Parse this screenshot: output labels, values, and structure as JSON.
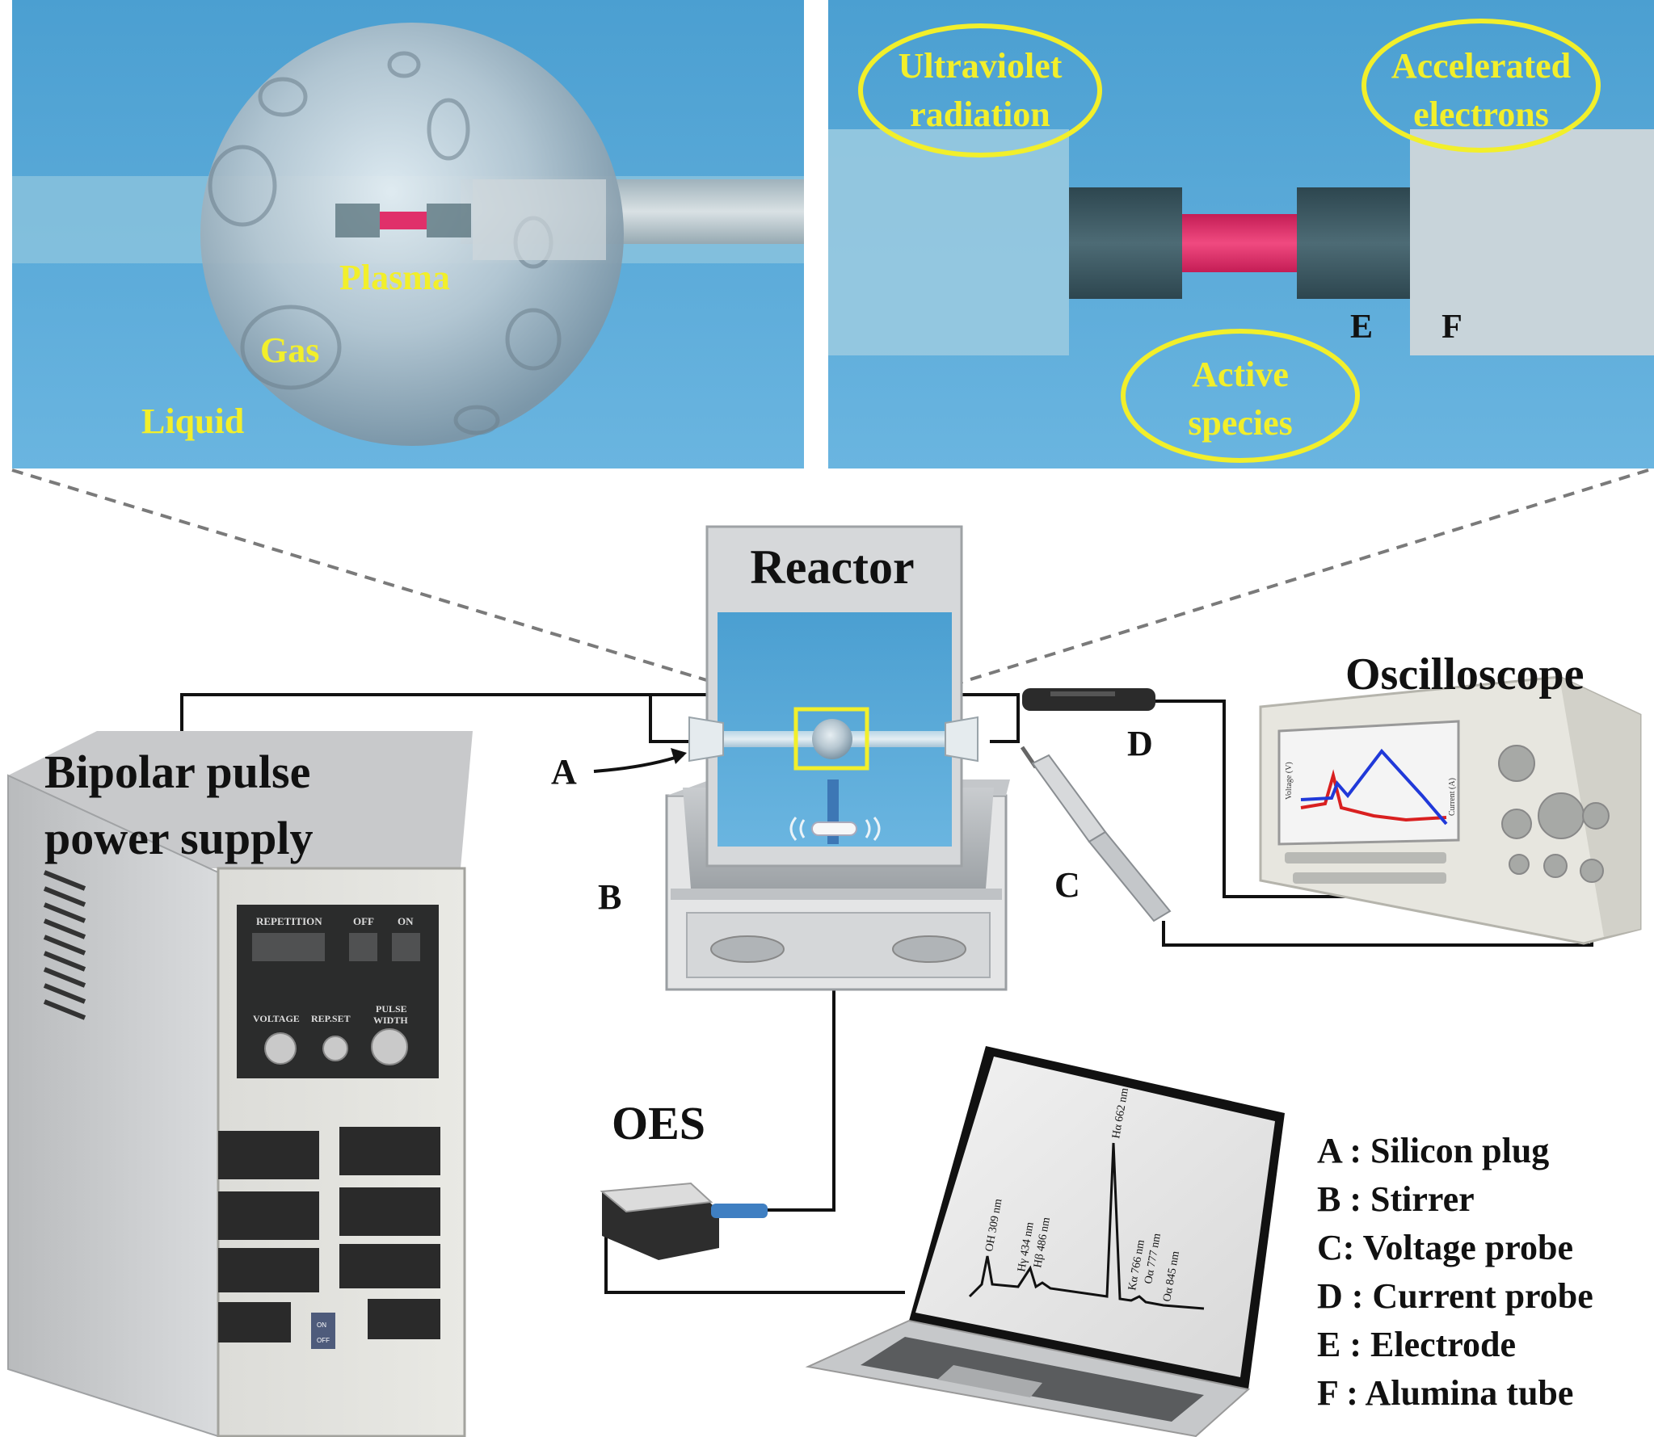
{
  "panels": {
    "left": {
      "plasma_label": "Plasma",
      "gas_label": "Gas",
      "liquid_label": "Liquid"
    },
    "right": {
      "uv_line1": "Ultraviolet",
      "uv_line2": "radiation",
      "electrons_line1": "Accelerated",
      "electrons_line2": "electrons",
      "species_line1": "Active",
      "species_line2": "species",
      "electrode_letter": "E",
      "tube_letter": "F"
    }
  },
  "equipment": {
    "reactor_label": "Reactor",
    "oscilloscope_label": "Oscilloscope",
    "power_supply_line1": "Bipolar pulse",
    "power_supply_line2": "power supply",
    "oes_label": "OES",
    "letter_a": "A",
    "letter_b": "B",
    "letter_c": "C",
    "letter_d": "D"
  },
  "power_supply_panel": {
    "repetition": "REPETITION",
    "off": "OFF",
    "on": "ON",
    "voltage": "VOLTAGE",
    "rep_set": "REP.SET",
    "pulse_width_1": "PULSE",
    "pulse_width_2": "WIDTH",
    "switch_on": "ON",
    "switch_off": "OFF"
  },
  "oscilloscope_screen": {
    "y_left_label": "Voltage (V)",
    "y_right_label": "Current (A)"
  },
  "laptop_spectrum": {
    "peaks": [
      "OH 309 nm",
      "Hγ 434 nm",
      "Hβ 486 nm",
      "Hα 662 nm",
      "Kα 766 nm",
      "Oα 777 nm",
      "Oα 845 nm"
    ]
  },
  "legend": [
    "A : Silicon plug",
    "B : Stirrer",
    "C: Voltage probe",
    "D : Current probe",
    "E : Electrode",
    "F : Alumina tube"
  ],
  "colors": {
    "water": "#5aa9d8",
    "plasma": "#e0306a",
    "highlight": "#f2ef2b",
    "electrode": "#3b5660"
  }
}
